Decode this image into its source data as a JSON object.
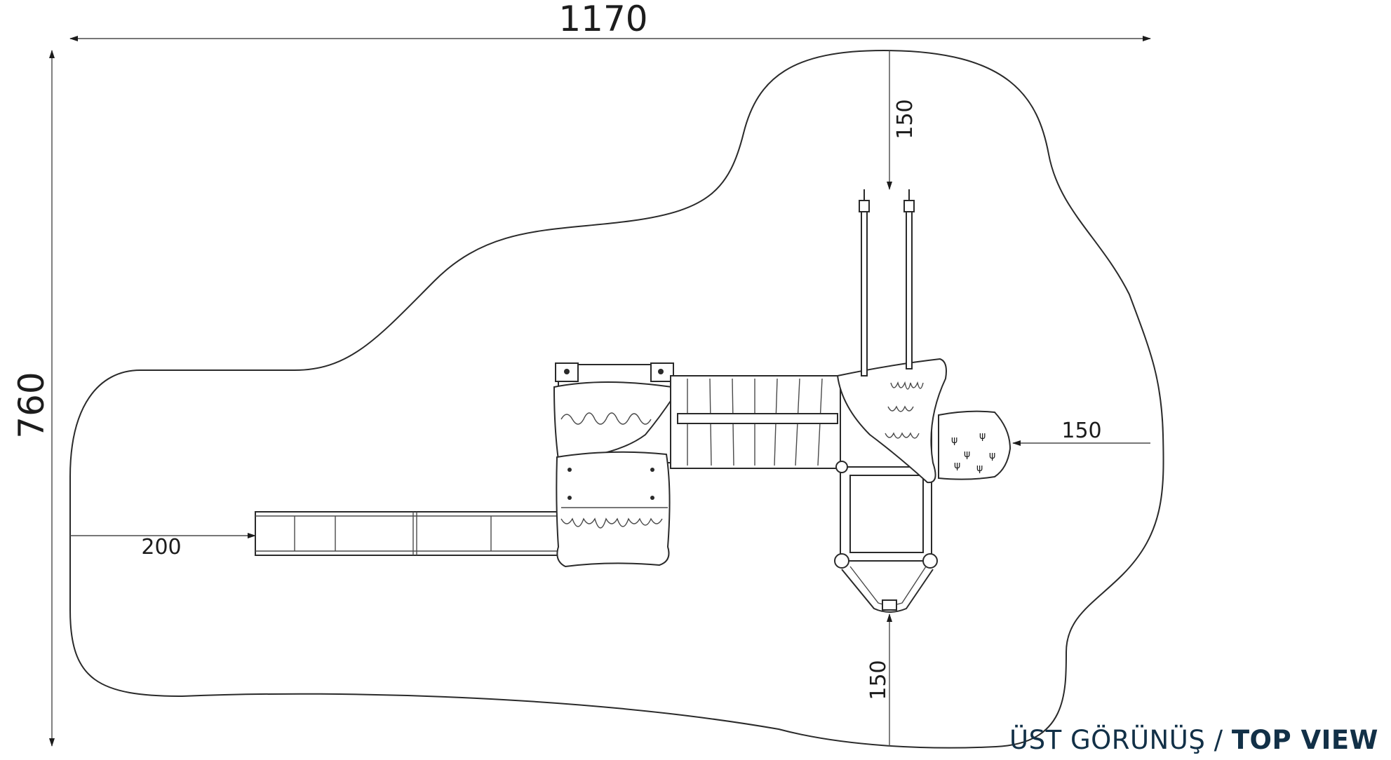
{
  "dimensions": {
    "overall_width": "1170",
    "overall_depth": "760",
    "clearance_top": "150",
    "clearance_right": "150",
    "clearance_bottom": "150",
    "clearance_left": "200"
  },
  "caption": {
    "turkish": "ÜST GÖRÜNÜŞ /",
    "english": "TOP VIEW"
  }
}
